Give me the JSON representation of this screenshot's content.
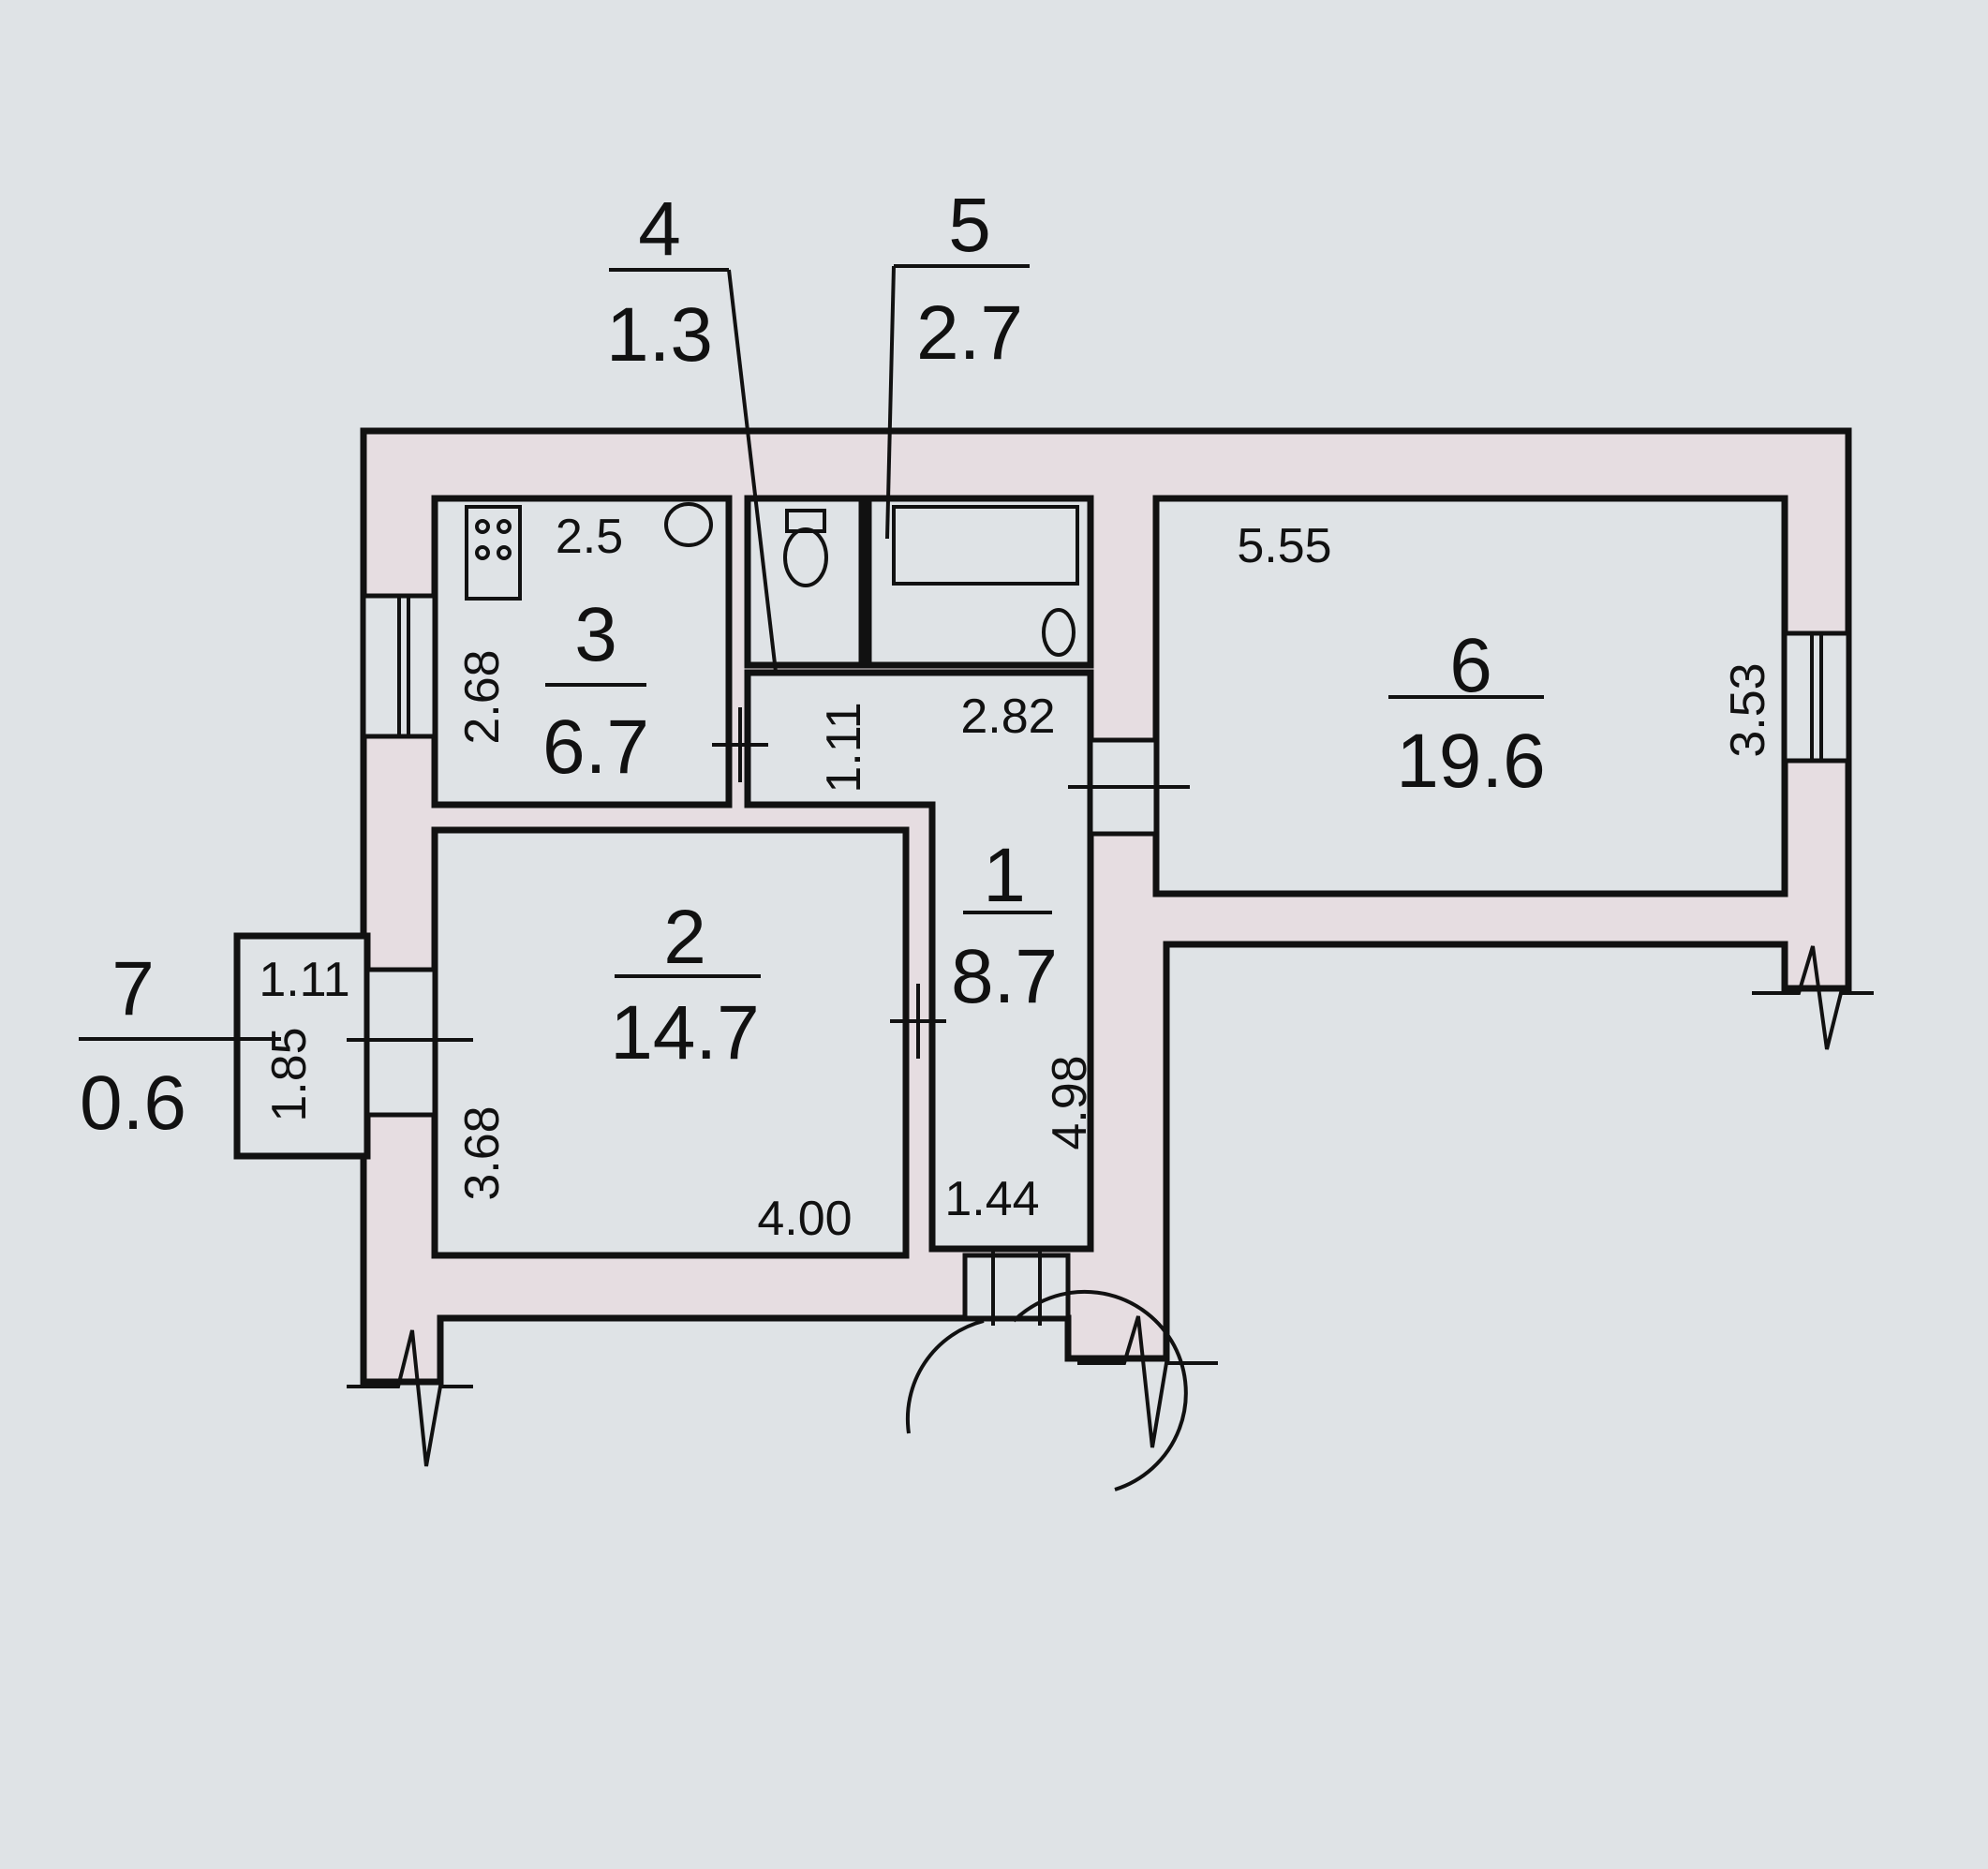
{
  "colors": {
    "background": "#dfe3e6",
    "wall": "#e6dde1",
    "ink": "#111111"
  },
  "rooms": [
    {
      "number": "1",
      "area": "8.7"
    },
    {
      "number": "2",
      "area": "14.7"
    },
    {
      "number": "3",
      "area": "6.7"
    },
    {
      "number": "4",
      "area": "1.3"
    },
    {
      "number": "5",
      "area": "2.7"
    },
    {
      "number": "6",
      "area": "19.6"
    },
    {
      "number": "7",
      "area": "0.6"
    }
  ],
  "dimensions": {
    "kitchen_width": "2.5",
    "kitchen_depth": "2.68",
    "room6_width": "5.55",
    "room6_depth": "3.53",
    "corridor_top": "2.82",
    "corridor_narrow": "1.11",
    "corridor_length": "4.98",
    "corridor_width": "1.44",
    "room2_width": "4.00",
    "room2_depth": "3.68",
    "balcony_width": "1.11",
    "balcony_length": "1.85"
  }
}
